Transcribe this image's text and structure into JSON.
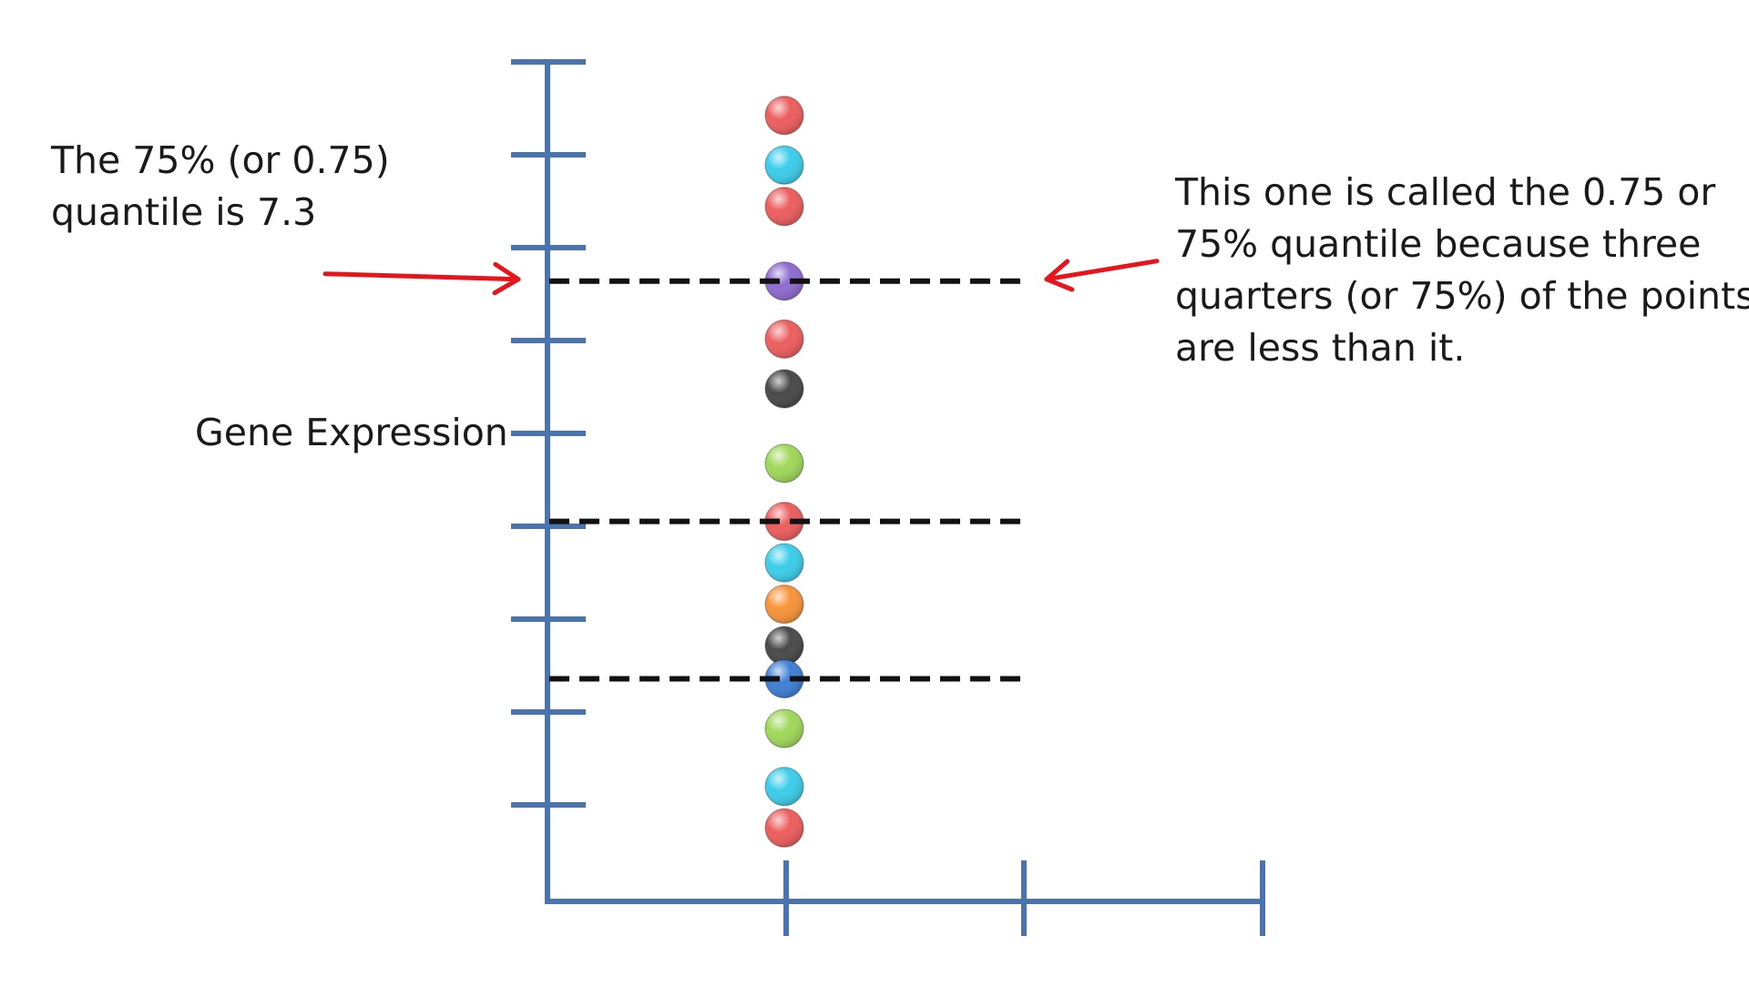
{
  "annotations": {
    "left_note": [
      "The 75% (or 0.75)",
      "quantile is 7.3"
    ],
    "right_note": [
      "This one is called the 0.75 or",
      "75% quantile because three",
      "quarters (or 75%) of the points",
      "are less than it."
    ],
    "y_axis_label": "Gene Expression"
  },
  "colors": {
    "axis": "#4a74b0",
    "arrow": "#e8141b",
    "dash": "#111111",
    "red": "#ec5e5e",
    "cyan": "#3ccdea",
    "purple": "#8f6ccf",
    "black": "#4a4a4a",
    "green": "#9fd85a",
    "orange": "#f7943a",
    "blue": "#3f7fd4"
  },
  "chart_data": {
    "type": "scatter",
    "xlabel": "",
    "ylabel": "Gene Expression",
    "ylim": [
      0,
      10
    ],
    "y_tick_count": 9,
    "x_tick_count": 3,
    "points": [
      {
        "y": 9.3,
        "color": "red"
      },
      {
        "y": 8.7,
        "color": "cyan"
      },
      {
        "y": 8.2,
        "color": "red"
      },
      {
        "y": 7.3,
        "color": "purple"
      },
      {
        "y": 6.6,
        "color": "red"
      },
      {
        "y": 6.0,
        "color": "black"
      },
      {
        "y": 5.1,
        "color": "green"
      },
      {
        "y": 4.4,
        "color": "red"
      },
      {
        "y": 3.9,
        "color": "cyan"
      },
      {
        "y": 3.4,
        "color": "orange"
      },
      {
        "y": 2.9,
        "color": "black"
      },
      {
        "y": 2.5,
        "color": "blue"
      },
      {
        "y": 1.9,
        "color": "green"
      },
      {
        "y": 1.2,
        "color": "cyan"
      },
      {
        "y": 0.7,
        "color": "red"
      }
    ],
    "quantile_lines": [
      {
        "quantile": 0.75,
        "y": 7.3
      },
      {
        "quantile": 0.5,
        "y": 4.4
      },
      {
        "quantile": 0.25,
        "y": 2.5
      }
    ]
  }
}
